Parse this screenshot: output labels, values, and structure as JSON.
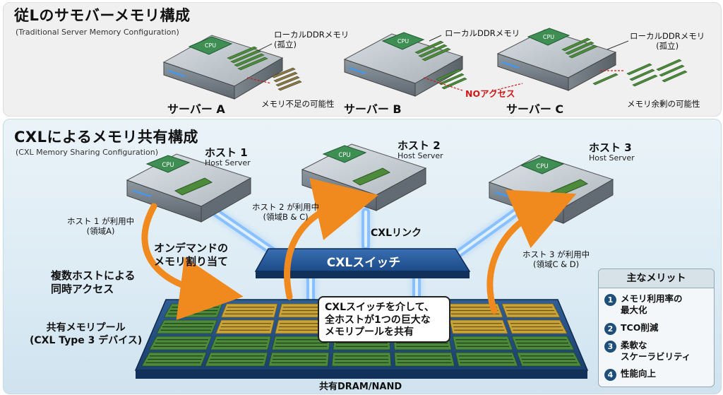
{
  "top": {
    "title": "従Lのサモバーメモリ構成",
    "subtitle": "(Traditional Server Memory Configuration)",
    "servers": [
      {
        "name": "サーバー A",
        "mem_label": "ローカルDDRメモリ\n(孤立)",
        "note": "メモリ不足の可能性"
      },
      {
        "name": "サーバー B",
        "mem_label": "ローカルDDRメモリ",
        "note": "NOアクセス"
      },
      {
        "name": "サーバー C",
        "mem_label": "ローカルDDRメモリ\n(孤立)",
        "note": "メモリ余剰の可能性"
      }
    ]
  },
  "bottom": {
    "title": "CXLによるメモリ共有構成",
    "subtitle": "(CXL Memory Sharing Configuration)",
    "hosts": [
      {
        "name": "ホスト 1",
        "sub": "Host Server",
        "usage": "ホスト 1 が利用中\n(領域A)"
      },
      {
        "name": "ホスト 2",
        "sub": "Host Server",
        "usage": "ホスト 2 が利用中\n(領域B & C)"
      },
      {
        "name": "ホスト 3",
        "sub": "Host Server",
        "usage": "ホスト 3 が利用中\n(領域C & D)"
      }
    ],
    "cpu_label": "CPU",
    "cxl_link": "CXLリンク",
    "switch": "CXLスイッチ",
    "on_demand": "オンデマンドの\nメモリ割り当て",
    "multi_access": "複数ホストによる\n同時アクセス",
    "pool_label": "共有メモリプール\n(CXL Type 3 デバイス)",
    "callout": "CXLスイッチを介して、\n全ホストが1つの巨大な\nメモリプールを共有",
    "footer": "共有DRAM/NAND",
    "benefits": {
      "title": "主なメリット",
      "items": [
        {
          "num": "1",
          "text": "メモリ利用率の\n最大化"
        },
        {
          "num": "2",
          "text": "TCO削減"
        },
        {
          "num": "3",
          "text": "柔軟な\nスケーラビリティ"
        },
        {
          "num": "4",
          "text": "性能向上"
        }
      ]
    }
  },
  "colors": {
    "server_body": "#b9c0c6",
    "cpu_green": "#3f8f55",
    "ram_green": "#4d8a3c",
    "ram_gold": "#c9a43a",
    "arrow_orange": "#f08a1e",
    "switch_blue": "#1c4a86",
    "link_glow": "#4aa8ff",
    "benefit_badge": "#1d4f7a"
  }
}
